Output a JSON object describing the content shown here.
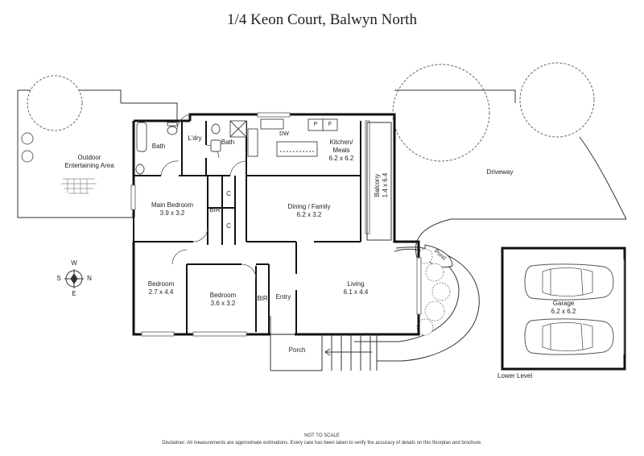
{
  "title": "1/4 Keon Court, Balwyn North",
  "rooms": {
    "outdoor": {
      "name": "Outdoor",
      "name2": "Entertaining Area"
    },
    "bath1": {
      "name": "Bath"
    },
    "ldry": {
      "name": "L'dry"
    },
    "bath2": {
      "name": "Bath"
    },
    "kitchen": {
      "name": "Kitchen/",
      "name2": "Meals",
      "dims": "6.2 x 6.2"
    },
    "dw": {
      "name": "DW"
    },
    "pantry": {
      "name": "P"
    },
    "fridge": {
      "name": "F"
    },
    "balcony": {
      "name": "Balcony",
      "dims": "1.4 x 6.4"
    },
    "main_bedroom": {
      "name": "Main Bedroom",
      "dims": "3.9 x 3.2"
    },
    "bir1": {
      "name": "BIR"
    },
    "c1": {
      "name": "C"
    },
    "c2": {
      "name": "C"
    },
    "dining": {
      "name": "Dining / Family",
      "dims": "6.2 x 3.2"
    },
    "bedroom1": {
      "name": "Bedroom",
      "dims": "2.7 x 4.4"
    },
    "bedroom2": {
      "name": "Bedroom",
      "dims": "3.6 x 3.2"
    },
    "bir2": {
      "name": "BIR"
    },
    "entry": {
      "name": "Entry"
    },
    "living": {
      "name": "Living",
      "dims": "6.1 x 4.4"
    },
    "porch": {
      "name": "Porch"
    },
    "pond": {
      "name": "Pond"
    },
    "driveway": {
      "name": "Driveway"
    },
    "garage": {
      "name": "Garage",
      "dims": "6.2 x 6.2"
    },
    "lower_level": {
      "name": "Lower Level"
    }
  },
  "compass": {
    "n": "N",
    "s": "S",
    "e": "E",
    "w": "W"
  },
  "footer": {
    "scale_note": "NOT TO SCALE",
    "disclaimer": "Disclaimer: All measurements are approximate estimations. Every care has been taken to verify the accuracy of details on this floorplan and brochure."
  }
}
